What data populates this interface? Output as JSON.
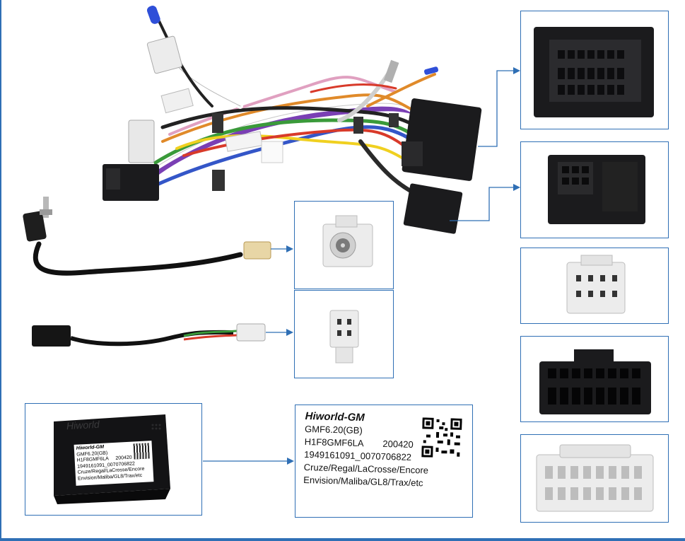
{
  "module_label": {
    "brand": "Hiworld-GM",
    "model": "GMF6.20(GB)",
    "part_no": "H1F8GMF6LA",
    "date_code": "200420",
    "serial": "1949161091_0070706822",
    "models_line1": "Cruze/Regal/LaCrosse/Encore",
    "models_line2": "Envision/Maliba/GL8/Trax/etc"
  },
  "small_label": {
    "brand": "Hiworld-GM",
    "model": "GMF6.20(GB)",
    "part_no": "H1F8GMF6LA",
    "date_code": "200420",
    "serial": "1949161091_0070706822",
    "models_line1": "Cruze/Regal/LaCrosse/Encore",
    "models_line2": "Envision/Maliba/GL8/Trax/etc"
  },
  "module_case_text": "Hiworld",
  "colors": {
    "frame_border": "#2f6fb5",
    "arrow": "#2f6fb5",
    "connector_black": "#1b1b1d",
    "connector_white": "#e9e9e9"
  },
  "icons": [
    "arrow-right-icon",
    "qr-code-icon"
  ]
}
